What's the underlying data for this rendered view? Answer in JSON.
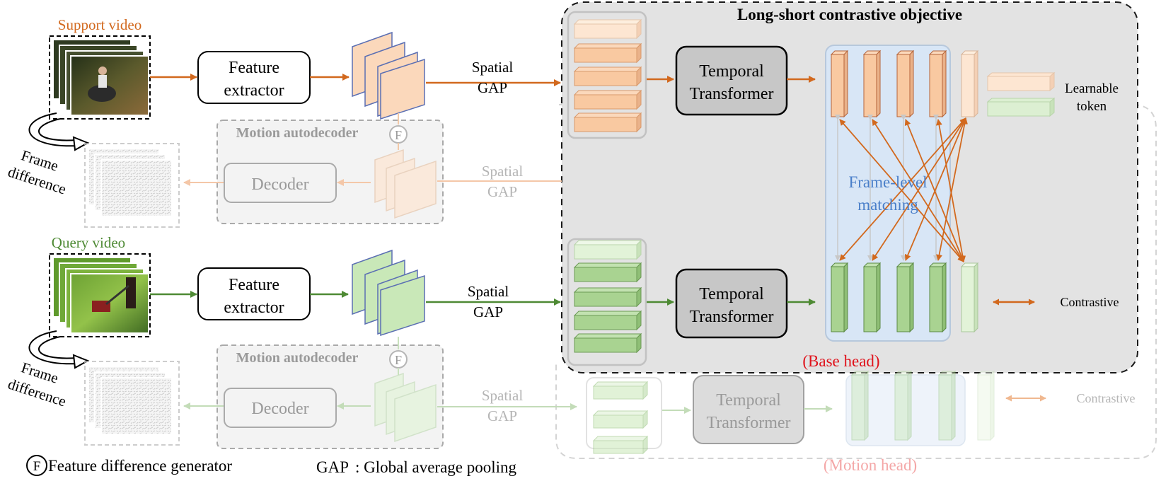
{
  "colors": {
    "orange": "#d2691e",
    "green": "#4e8a34",
    "orange_fill": "#f9c9a1",
    "green_fill": "#bfe0ae",
    "red_label": "#e0121b",
    "blue_label": "#4a7fc9",
    "base_head_bg": "#e3e3e3",
    "matching_bg": "#d8e6f6"
  },
  "labels": {
    "support_video": "Support video",
    "query_video": "Query video",
    "feature_extractor_1": "Feature",
    "feature_extractor_2": "extractor",
    "spatial": "Spatial",
    "gap": "GAP",
    "motion_autodecoder": "Motion autodecoder",
    "decoder": "Decoder",
    "frame": "Frame",
    "difference": "difference",
    "f_symbol": "F",
    "temporal": "Temporal",
    "transformer": "Transformer",
    "objective_title": "Long-short contrastive objective",
    "frame_level": "Frame-level",
    "matching": "matching",
    "learnable": "Learnable",
    "token": "token",
    "contrastive": "Contrastive",
    "base_head": "(Base head)",
    "motion_head": "(Motion head)",
    "legend_feature_diff": "Feature difference generator",
    "legend_gap_key": "GAP",
    "legend_gap_desc": ": Global average pooling"
  },
  "icons": [
    "video-frame-stack-icon",
    "feature-map-stack-icon",
    "f-circle-icon",
    "curved-arrow-icon",
    "double-arrow-icon"
  ]
}
